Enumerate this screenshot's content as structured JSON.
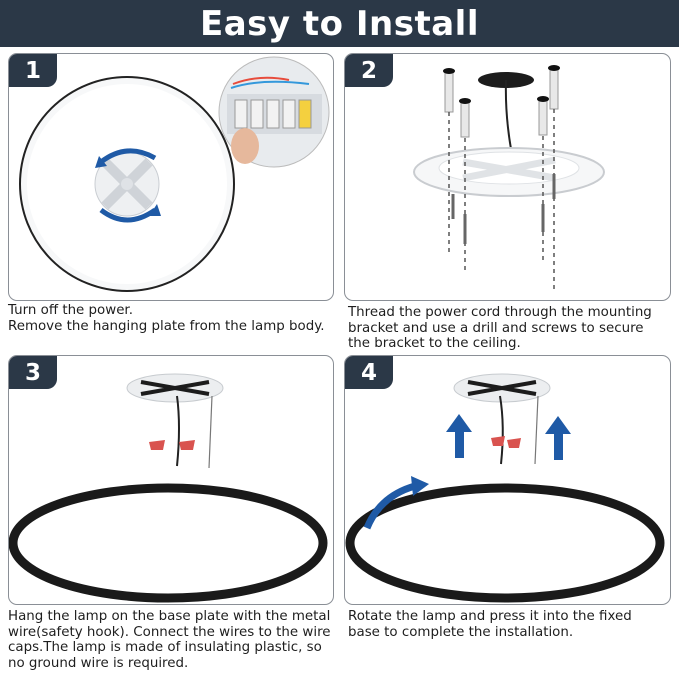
{
  "banner": {
    "title": "Easy to Install"
  },
  "steps": [
    {
      "number": "1",
      "caption": [
        "Turn off the power.",
        "Remove the hanging plate from the lamp body."
      ]
    },
    {
      "number": "2",
      "caption": [
        "Thread the power cord through the mounting",
        "bracket and use a drill and screws to secure",
        "the bracket to the ceiling."
      ]
    },
    {
      "number": "3",
      "caption": [
        "Hang the lamp on the base plate with the metal",
        "wire(safety hook). Connect the wires to the wire",
        "caps.The lamp is made of insulating plastic, so",
        "no ground wire is required."
      ]
    },
    {
      "number": "4",
      "caption": [
        "Rotate the lamp and press it into the fixed",
        "base to complete the installation."
      ]
    }
  ],
  "colors": {
    "banner": "#2b3847",
    "accent_blue": "#1f5aa6",
    "wire_cap": "#d9534f"
  }
}
